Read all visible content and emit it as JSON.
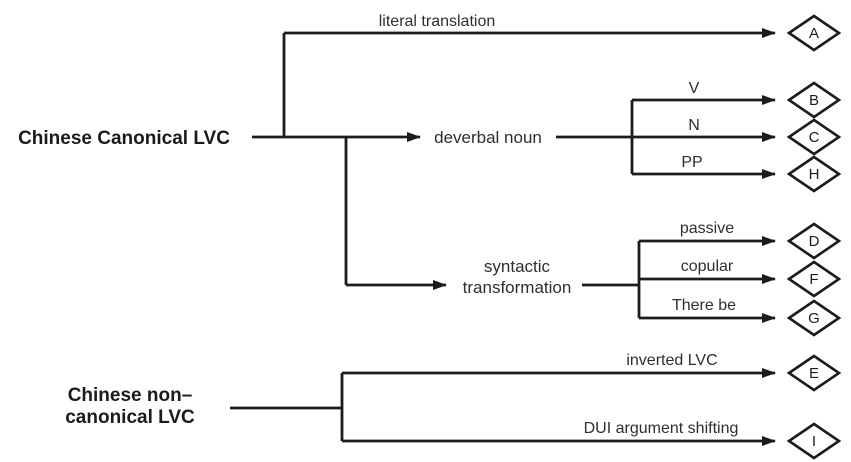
{
  "diagram": {
    "title": "Chinese LVC translation strategies tree",
    "colors": {
      "line": "#1c1c1c",
      "text": "#2e2e2e",
      "background": "#ffffff"
    },
    "roots": [
      {
        "label_lines": [
          "Chinese Canonical LVC"
        ],
        "branches": [
          {
            "edge": "literal translation",
            "terminal": "A"
          },
          {
            "node_lines": [
              "deverbal noun"
            ],
            "branches": [
              {
                "edge": "V",
                "terminal": "B"
              },
              {
                "edge": "N",
                "terminal": "C"
              },
              {
                "edge": "PP",
                "terminal": "H"
              }
            ]
          },
          {
            "node_lines": [
              "syntactic",
              "transformation"
            ],
            "branches": [
              {
                "edge": "passive",
                "terminal": "D"
              },
              {
                "edge": "copular",
                "terminal": "F"
              },
              {
                "edge": "There be",
                "terminal": "G"
              }
            ]
          }
        ]
      },
      {
        "label_lines": [
          "Chinese non–",
          "canonical LVC"
        ],
        "branches": [
          {
            "edge": "inverted LVC",
            "terminal": "E"
          },
          {
            "edge": "DUI argument shifting",
            "terminal": "I"
          }
        ]
      }
    ]
  }
}
